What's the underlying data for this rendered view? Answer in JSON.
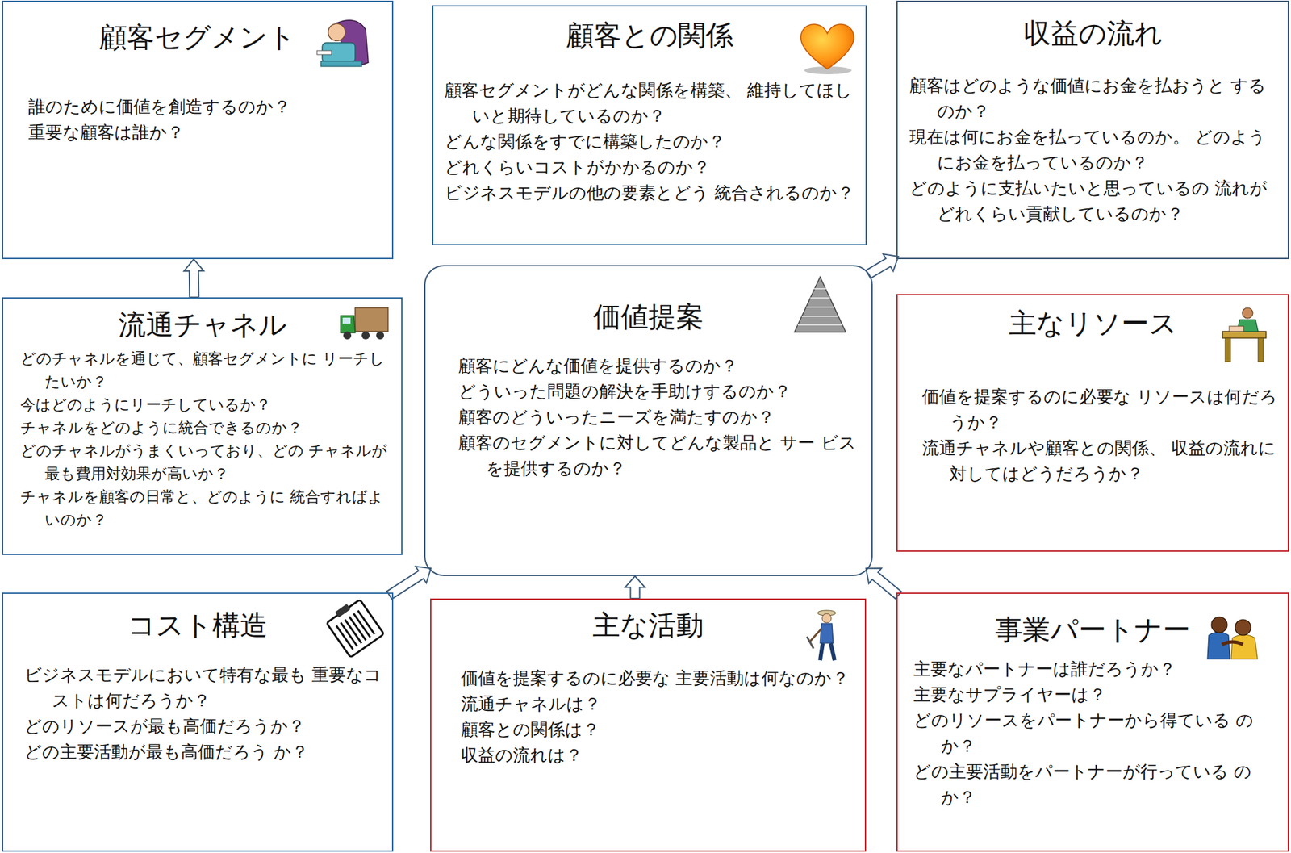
{
  "diagram": {
    "nodes": [
      {
        "text": [
          "顧客セグメント",
          "誰のために価値を創造するのか？",
          "重要な顧客は誰か？"
        ]
      },
      {
        "text": [
          "顧客との関係",
          "顧客セグメントがどんな関係を構築、 維持してほしいと期待しているのか？",
          "どんな関係をすでに構築したのか？",
          "どれくらいコストがかかるのか？",
          "ビジネスモデルの他の要素とどう 統合されるのか？"
        ]
      },
      {
        "text": [
          "収益の流れ",
          "顧客はどのような価値にお金を払おうと するのか？",
          "現在は何にお金を払っているのか。 どのようにお金を払っているのか？",
          "どのように支払いたいと思っているの 流れがどれくらい貢献しているのか？"
        ]
      },
      {
        "text": [
          "流通チャネル",
          "どのチャネルを通じて、顧客セグメントに リーチしたいか？",
          "今はどのようにリーチしているか？",
          "チャネルをどのように統合できるのか？",
          "どのチャネルがうまくいっており、どの チャネルが最も費用対効果が高いか？",
          "チャネルを顧客の日常と、どのように 統合すればよいのか？"
        ]
      },
      {
        "text": [
          "価値提案",
          "顧客にどんな価値を提供するのか？",
          "どういった問題の解決を手助けするのか？",
          "顧客のどういったニーズを満たすのか？",
          "顧客のセグメントに対してどんな製品と サー ビスを提供するのか？"
        ]
      },
      {
        "text": [
          "主なリソース",
          "価値を提案するのに必要な リソースは何だろうか？",
          "流通チャネルや顧客との関係、 収益の流れに対してはどうだろうか？"
        ]
      },
      {
        "text": [
          "コスト構造",
          "ビジネスモデルにおいて特有な最も 重要なコストは何だろうか？",
          "どのリソースが最も高価だろうか？",
          "どの主要活動が最も高価だろう か？"
        ]
      },
      {
        "text": [
          "主な活動",
          "価値を提案するのに必要な 主要活動は何なのか？",
          "流通チャネルは？",
          "顧客との関係は？",
          "収益の流れは？"
        ]
      },
      {
        "text": [
          "事業パートナー",
          "主要なパートナーは誰だろうか？",
          "主要なサプライヤーは？",
          "どのリソースをパートナーから得ている のか？",
          "どの主要活動をパートナーが行っている のか？"
        ]
      }
    ],
    "edges": [
      {
        "from": 3,
        "to": 0,
        "arrow": "to"
      },
      {
        "from": 4,
        "to": 2,
        "arrow": "to"
      },
      {
        "from": 6,
        "to": 4,
        "arrow": "to"
      },
      {
        "from": 7,
        "to": 4,
        "arrow": "to"
      },
      {
        "from": 8,
        "to": 4,
        "arrow": "to"
      }
    ]
  }
}
